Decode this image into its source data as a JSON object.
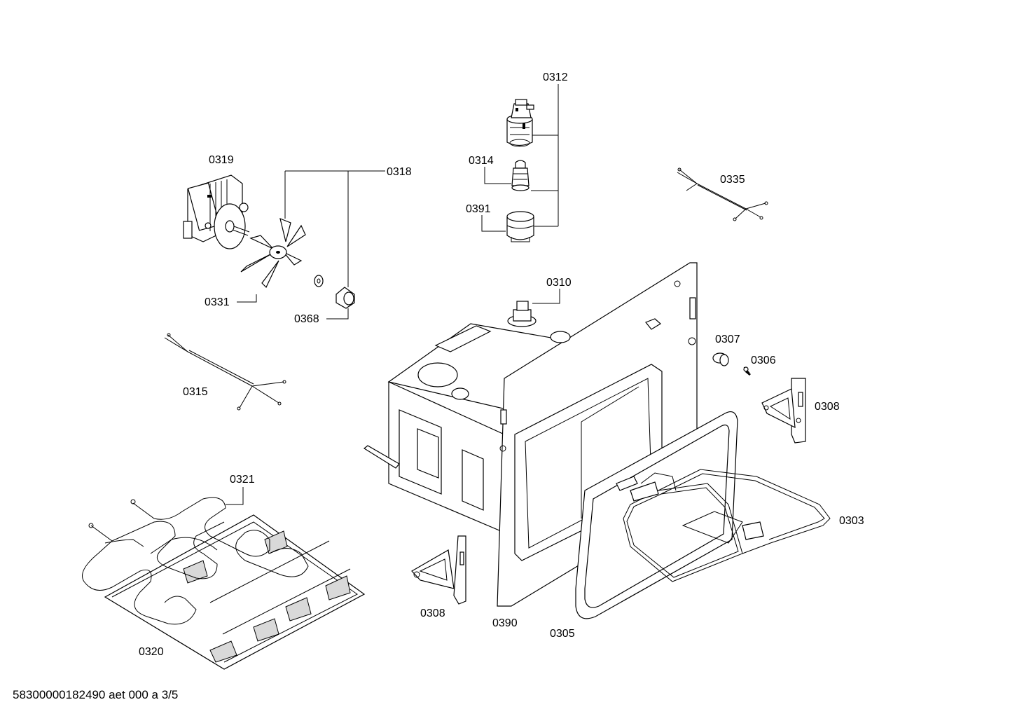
{
  "diagram": {
    "labels": {
      "p0312": "0312",
      "p0314": "0314",
      "p0391": "0391",
      "p0319": "0319",
      "p0318": "0318",
      "p0331": "0331",
      "p0368": "0368",
      "p0335": "0335",
      "p0310": "0310",
      "p0307": "0307",
      "p0306": "0306",
      "p0308_right": "0308",
      "p0315": "0315",
      "p0321": "0321",
      "p0303": "0303",
      "p0320": "0320",
      "p0308_bottom": "0308",
      "p0390": "0390",
      "p0305": "0305"
    },
    "footer": "58300000182490 aet 000 a 3/5"
  }
}
